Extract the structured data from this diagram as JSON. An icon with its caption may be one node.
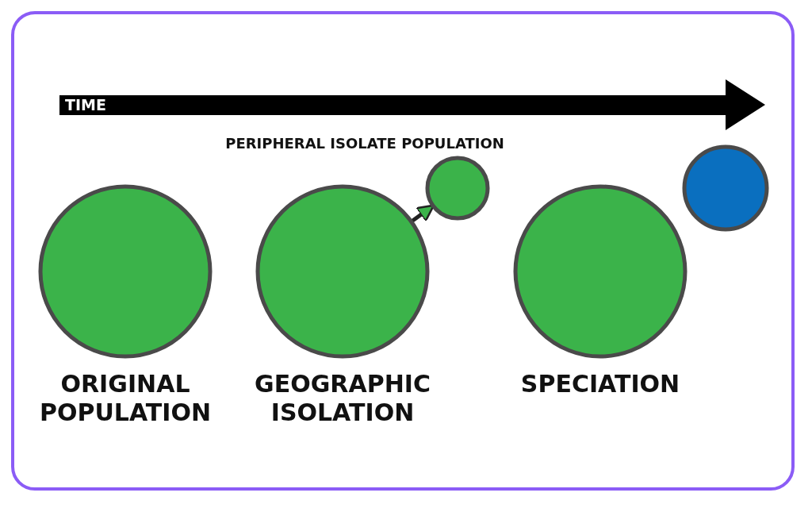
{
  "diagram": {
    "nodes": [
      {
        "text": [
          "ORIGINAL POPULATION"
        ]
      },
      {
        "text": [
          "GEOGRAPHIC ISOLATION"
        ]
      },
      {
        "text": [
          "PERIPHERAL ISOLATE POPULATION"
        ]
      },
      {
        "text": [
          "SPECIATION"
        ]
      },
      {
        "text": [],
        "shape": "circle"
      }
    ],
    "edges": [
      {
        "from": 1,
        "to": 2,
        "arrow": "to"
      }
    ],
    "labels": [
      "TIME"
    ]
  }
}
